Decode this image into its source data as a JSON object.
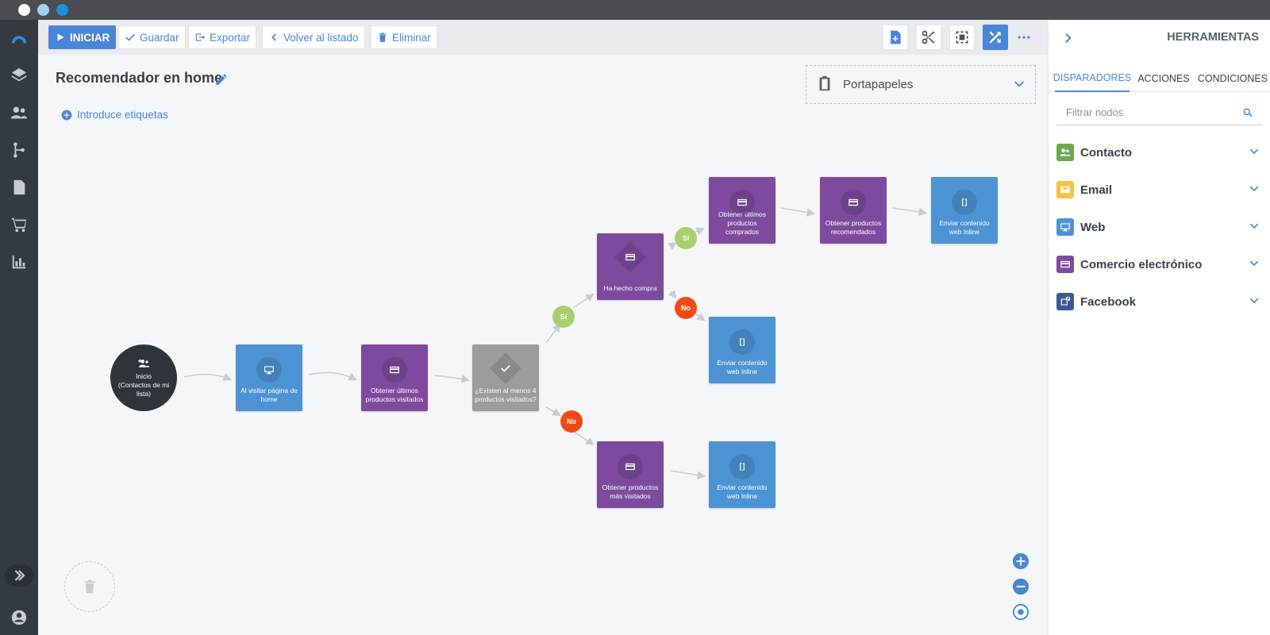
{
  "window": {
    "controls": [
      "close",
      "minimize",
      "maximize"
    ]
  },
  "nav": {
    "icons": [
      "logo-icon",
      "layers-icon",
      "contacts-icon",
      "flow-icon",
      "document-icon",
      "cart-icon",
      "chart-icon"
    ]
  },
  "toolbar": {
    "start_label": "INICIAR",
    "save_label": "Guardar",
    "export_label": "Exportar",
    "back_label": "Volver al listado",
    "delete_label": "Eliminar"
  },
  "page": {
    "title": "Recomendador en home",
    "tags_label": "Introduce etiquetas"
  },
  "clipboard": {
    "label": "Portapapeles"
  },
  "flow": {
    "start": {
      "line1": "Inicio",
      "line2": "(Contactos de mi lista)"
    },
    "nodes": {
      "visit_home": "Al visitar página de home",
      "last_visited": "Obtener últimos productos visitados",
      "condition_4": "¿Existen al menos 4 productos visitados?",
      "has_purchased": "Ha hecho compra",
      "last_purchased": "Obtener últimos productos comprados",
      "recommended": "Obtener productos recomendados",
      "send_inline_1": "Enviar contenido web Inline",
      "send_inline_2": "Enviar contenido web Inline",
      "most_visited": "Obtener productos más visitados",
      "send_inline_3": "Enviar contenido web Inline"
    },
    "badges": {
      "yes": "Sí",
      "no": "No"
    }
  },
  "panel": {
    "title": "HERRAMIENTAS",
    "tabs": [
      "DISPARADORES",
      "ACCIONES",
      "CONDICIONES"
    ],
    "active_tab": "DISPARADORES",
    "filter_placeholder": "Filtrar nodos",
    "categories": [
      {
        "label": "Contacto",
        "color": "#6aa84f"
      },
      {
        "label": "Email",
        "color": "#f5c242"
      },
      {
        "label": "Web",
        "color": "#4d93d4"
      },
      {
        "label": "Comercio electrónico",
        "color": "#7d4a9e"
      },
      {
        "label": "Facebook",
        "color": "#3b5998"
      }
    ]
  },
  "colors": {
    "accent": "#4a86d8",
    "node_purple": "#7d4a9e",
    "node_blue": "#4d93d4",
    "node_gray": "#9c9c9c",
    "yes_badge": "#a8cf6e",
    "no_badge": "#f04a14"
  }
}
